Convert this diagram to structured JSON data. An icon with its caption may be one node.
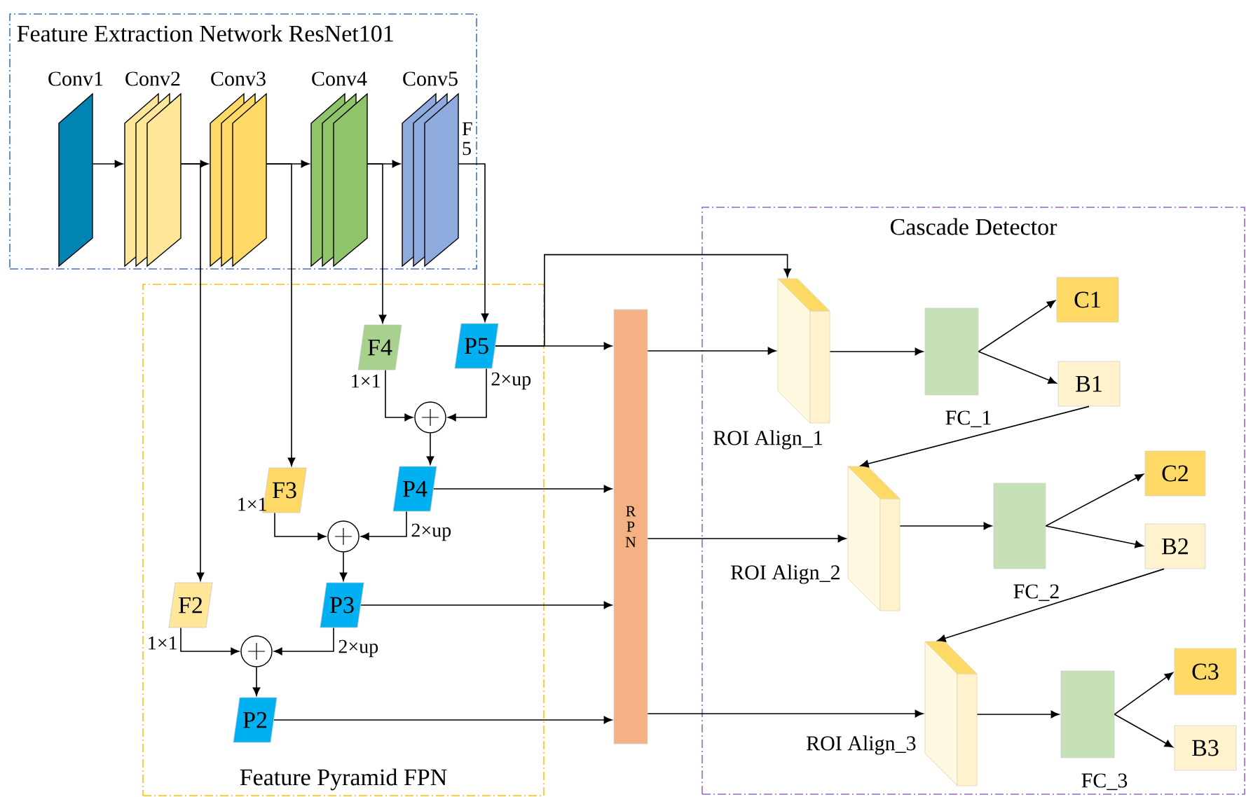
{
  "diagram": {
    "nodes": [
      {
        "text": [
          "Feature Extraction Network ResNet101"
        ]
      },
      {
        "text": [
          "Conv1"
        ],
        "in": 0
      },
      {
        "text": [
          "Conv2"
        ],
        "in": 0
      },
      {
        "text": [
          "Conv3"
        ],
        "in": 0
      },
      {
        "text": [
          "Conv4"
        ],
        "in": 0
      },
      {
        "text": [
          "Conv5"
        ],
        "in": 0
      },
      {
        "text": [
          "Feature Pyramid FPN"
        ]
      },
      {
        "text": [
          "Cascade Detector"
        ]
      },
      {
        "text": [
          "F4"
        ],
        "in": 6
      },
      {
        "text": [
          "P5"
        ],
        "in": 6
      },
      {
        "text": [],
        "shape": "circle",
        "in": 6
      },
      {
        "text": [
          "F3"
        ],
        "in": 6
      },
      {
        "text": [
          "P4"
        ],
        "in": 6
      },
      {
        "text": [],
        "shape": "circle",
        "in": 6
      },
      {
        "text": [
          "F2"
        ],
        "in": 6
      },
      {
        "text": [
          "P3"
        ],
        "in": 6
      },
      {
        "text": [],
        "shape": "circle",
        "in": 6
      },
      {
        "text": [
          "P2"
        ],
        "in": 6
      },
      {
        "text": [
          "R P N"
        ]
      },
      {
        "text": [],
        "shape": "box",
        "beside": [
          "ROI Align_1"
        ],
        "in": 7
      },
      {
        "text": [],
        "shape": "box",
        "beside": [
          "FC_1"
        ],
        "in": 7
      },
      {
        "text": [
          "C1"
        ],
        "in": 7
      },
      {
        "text": [
          "B1"
        ],
        "in": 7
      },
      {
        "text": [],
        "shape": "box",
        "beside": [
          "ROI Align_2"
        ],
        "in": 7
      },
      {
        "text": [],
        "shape": "box",
        "beside": [
          "FC_2"
        ],
        "in": 7
      },
      {
        "text": [
          "C2"
        ],
        "in": 7
      },
      {
        "text": [
          "B2"
        ],
        "in": 7
      },
      {
        "text": [],
        "shape": "box",
        "beside": [
          "ROI Align_3"
        ],
        "in": 7
      },
      {
        "text": [],
        "shape": "box",
        "beside": [
          "FC_3"
        ],
        "in": 7
      },
      {
        "text": [
          "C3"
        ],
        "in": 7
      },
      {
        "text": [
          "B3"
        ],
        "in": 7
      }
    ],
    "edges": [
      {
        "from": 1,
        "to": 2,
        "arrow": "to"
      },
      {
        "from": 2,
        "to": 3,
        "arrow": "to"
      },
      {
        "from": 3,
        "to": 4,
        "arrow": "to"
      },
      {
        "from": 4,
        "to": 5,
        "arrow": "to"
      },
      {
        "from": 2,
        "to": 14,
        "arrow": "to"
      },
      {
        "from": 3,
        "to": 11,
        "arrow": "to"
      },
      {
        "from": 4,
        "to": 8,
        "arrow": "to"
      },
      {
        "from": 5,
        "to": 9,
        "arrow": "to"
      },
      {
        "from": 8,
        "to": 10,
        "arrow": "to"
      },
      {
        "from": 9,
        "to": 10,
        "arrow": "to"
      },
      {
        "from": 10,
        "to": 12,
        "arrow": "to"
      },
      {
        "from": 11,
        "to": 13,
        "arrow": "to"
      },
      {
        "from": 12,
        "to": 13,
        "arrow": "to"
      },
      {
        "from": 13,
        "to": 15,
        "arrow": "to"
      },
      {
        "from": 14,
        "to": 16,
        "arrow": "to"
      },
      {
        "from": 15,
        "to": 16,
        "arrow": "to"
      },
      {
        "from": 16,
        "to": 17,
        "arrow": "to"
      },
      {
        "from": 9,
        "to": 18,
        "arrow": "to"
      },
      {
        "from": 9,
        "to": 19,
        "arrow": "to"
      },
      {
        "from": 12,
        "to": 18,
        "arrow": "to"
      },
      {
        "from": 15,
        "to": 18,
        "arrow": "to"
      },
      {
        "from": 17,
        "to": 18,
        "arrow": "to"
      },
      {
        "from": 18,
        "to": 19,
        "arrow": "to"
      },
      {
        "from": 18,
        "to": 23,
        "arrow": "to"
      },
      {
        "from": 18,
        "to": 27,
        "arrow": "to"
      },
      {
        "from": 19,
        "to": 20,
        "arrow": "to"
      },
      {
        "from": 23,
        "to": 24,
        "arrow": "to"
      },
      {
        "from": 27,
        "to": 28,
        "arrow": "to"
      },
      {
        "from": 20,
        "to": 21,
        "arrow": "to"
      },
      {
        "from": 20,
        "to": 22,
        "arrow": "to"
      },
      {
        "from": 24,
        "to": 25,
        "arrow": "to"
      },
      {
        "from": 24,
        "to": 26,
        "arrow": "to"
      },
      {
        "from": 28,
        "to": 29,
        "arrow": "to"
      },
      {
        "from": 28,
        "to": 30,
        "arrow": "to"
      },
      {
        "from": 22,
        "to": 23,
        "arrow": "to"
      },
      {
        "from": 26,
        "to": 27,
        "arrow": "to"
      }
    ],
    "labels": [
      "F 5",
      "1×1",
      "2×up",
      "1×1",
      "2×up",
      "1×1",
      "2×up"
    ]
  }
}
